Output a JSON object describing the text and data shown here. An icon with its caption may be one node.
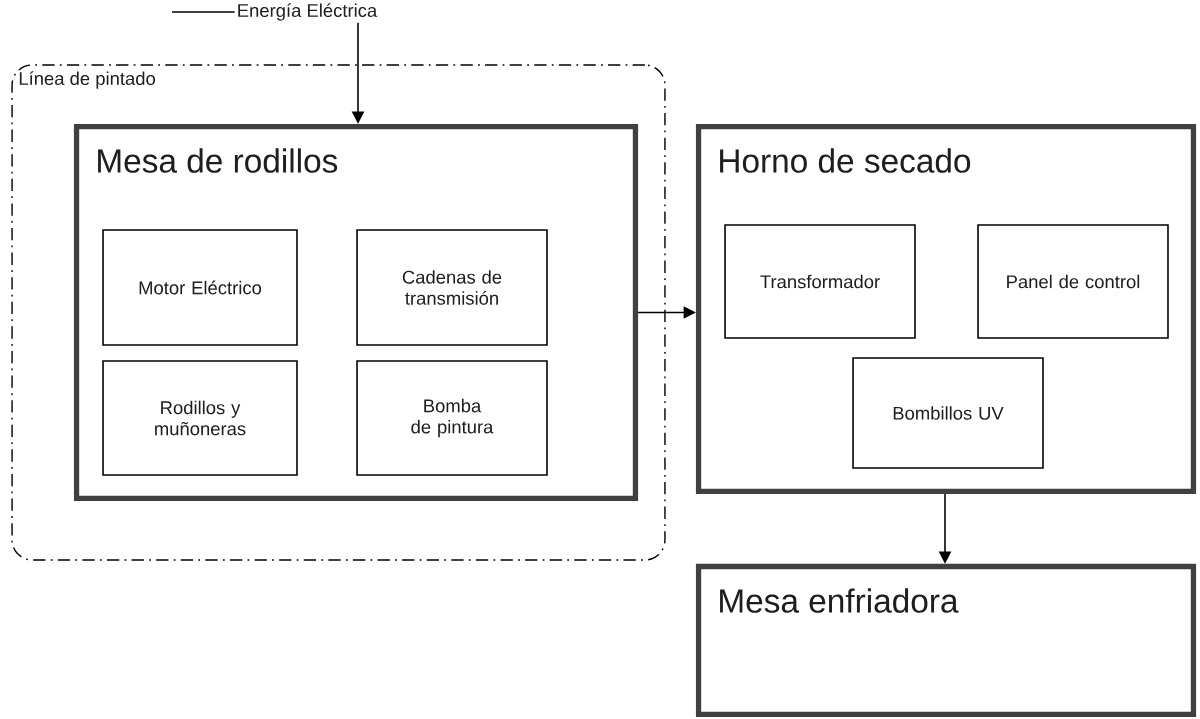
{
  "diagram": {
    "nodes": [
      {
        "text": [
          "Energía Eléctrica"
        ]
      },
      {
        "text": [
          "Línea de pintado"
        ]
      },
      {
        "text": [
          "Mesa de rodillos"
        ],
        "in": 1
      },
      {
        "text": [
          "Motor Eléctrico"
        ],
        "in": 2
      },
      {
        "text": [
          "Cadenas de transmisión"
        ],
        "in": 2
      },
      {
        "text": [
          "Rodillos y muñoneras"
        ],
        "in": 2
      },
      {
        "text": [
          "Bomba de pintura"
        ],
        "in": 2
      },
      {
        "text": [
          "Horno de secado"
        ]
      },
      {
        "text": [
          "Transformador"
        ],
        "in": 7
      },
      {
        "text": [
          "Panel de control"
        ],
        "in": 7
      },
      {
        "text": [
          "Bombillos UV"
        ],
        "in": 7
      },
      {
        "text": [
          "Mesa enfriadora"
        ]
      }
    ],
    "edges": [
      {
        "from": 0,
        "to": 2,
        "arrow": "to"
      },
      {
        "from": 2,
        "to": 7,
        "arrow": "to"
      },
      {
        "from": 7,
        "to": 11,
        "arrow": "to"
      }
    ]
  }
}
